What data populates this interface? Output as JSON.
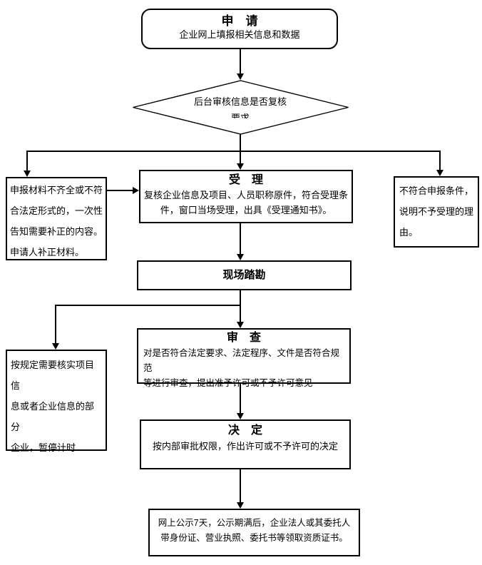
{
  "colors": {
    "background": "#ffffff",
    "line": "#000000",
    "text": "#000000"
  },
  "nodes": {
    "apply": {
      "title": "申　请",
      "body": "企业网上填报相关信息和数据"
    },
    "review_check": {
      "question": "后台审核信息是否复核\n要求"
    },
    "supplement": {
      "body": "申报材料不齐全或不符\n合法定形式的，一次性\n告知需要补正的内容。\n申请人补正材料。"
    },
    "accept": {
      "title": "受　理",
      "body": "复核企业信息及项目、人员职称原件，符合受理条\n件，窗口当场受理，出具《受理通知书》。"
    },
    "reject": {
      "body": "不符合申报条件，\n说明不予受理的理\n由。"
    },
    "site_survey": {
      "title": "现场踏勘"
    },
    "pause": {
      "body": "按规定需要核实项目信\n息或者企业信息的部分\n企业，暂停计时"
    },
    "examine": {
      "title": "审　查",
      "body": "对是否符合法定要求、法定程序、文件是否符合规范\n等进行审查，提出准予许可或不予许可意见"
    },
    "decide": {
      "title": "决　定",
      "body": "按内部审批权限，作出许可或不予许可的决定"
    },
    "publicity": {
      "body": "网上公示7天，公示期满后，企业法人或其委托人\n带身份证、营业执照、委托书等领取资质证书。"
    }
  }
}
